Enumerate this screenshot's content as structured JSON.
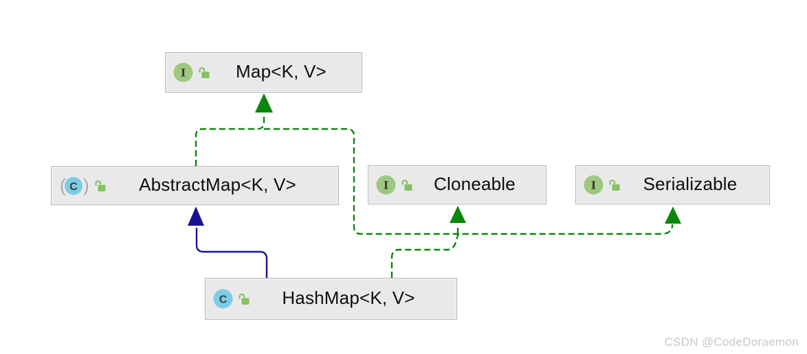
{
  "diagram": {
    "title": "HashMap class hierarchy UML diagram",
    "nodes": {
      "map": {
        "label": "Map<K, V>",
        "kind": "interface",
        "icon": "interface-icon",
        "modifier_icon": "open-lock-icon"
      },
      "abstract_map": {
        "label": "AbstractMap<K, V>",
        "kind": "abstract class",
        "icon": "abstract-class-icon",
        "modifier_icon": "open-lock-icon"
      },
      "cloneable": {
        "label": "Cloneable",
        "kind": "interface",
        "icon": "interface-icon",
        "modifier_icon": "open-lock-icon"
      },
      "serializable": {
        "label": "Serializable",
        "kind": "interface",
        "icon": "interface-icon",
        "modifier_icon": "open-lock-icon"
      },
      "hash_map": {
        "label": "HashMap<K, V>",
        "kind": "class",
        "icon": "class-icon",
        "modifier_icon": "open-lock-icon"
      }
    },
    "edges": [
      {
        "from": "AbstractMap<K, V>",
        "to": "Map<K, V>",
        "relation": "implements",
        "style": "green-dashed"
      },
      {
        "from": "HashMap<K, V>",
        "to": "Map<K, V>",
        "relation": "implements",
        "style": "green-dashed"
      },
      {
        "from": "HashMap<K, V>",
        "to": "Cloneable",
        "relation": "implements",
        "style": "green-dashed"
      },
      {
        "from": "HashMap<K, V>",
        "to": "Serializable",
        "relation": "implements",
        "style": "green-dashed"
      },
      {
        "from": "HashMap<K, V>",
        "to": "AbstractMap<K, V>",
        "relation": "extends",
        "style": "blue-solid"
      }
    ]
  },
  "icons": {
    "interface_letter": "I",
    "class_letter": "C",
    "paren_open": "(",
    "paren_close": ")"
  },
  "colors": {
    "background": "#ffffff",
    "node_fill": "#e9e9e9",
    "node_border": "#b5b5b5",
    "edge_implements": "#0a860a",
    "edge_extends": "#15148f",
    "interface_icon_green": "#9dc87f",
    "class_icon_blue": "#7bcde4",
    "lock_icon_green": "#85c163",
    "icon_letter": "#3c3c3c",
    "abstract_paren_gray": "#a9a9a9",
    "label_text": "#0d0d0d",
    "watermark_gray": "#c8c8c8"
  },
  "watermark": "CSDN @CodeDoraemon"
}
